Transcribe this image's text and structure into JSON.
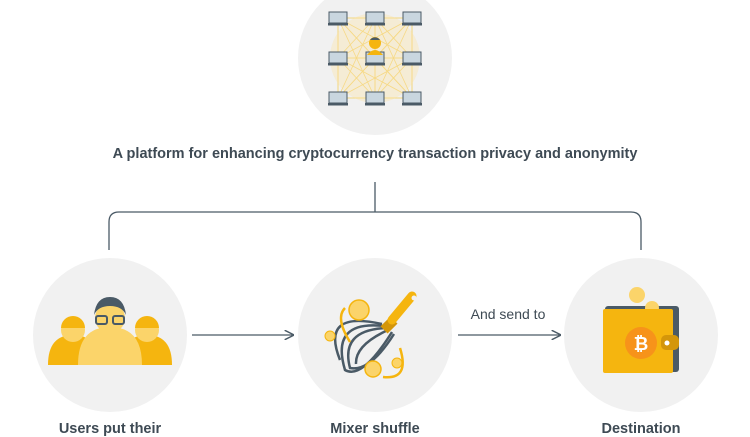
{
  "title": "A platform for enhancing cryptocurrency transaction privacy and anonymity",
  "edge_label": "And send to",
  "steps": [
    {
      "label": "Users put their",
      "icon": "users-icon"
    },
    {
      "label": "Mixer shuffle",
      "icon": "whisk-mixer-icon"
    },
    {
      "label": "Destination",
      "icon": "bitcoin-wallet-icon"
    }
  ],
  "colors": {
    "circle": "#f1f1f1",
    "accent": "#f5b50f",
    "dark": "#4a5a66",
    "text": "#3e4a54",
    "bitcoin": "#f7931a"
  }
}
